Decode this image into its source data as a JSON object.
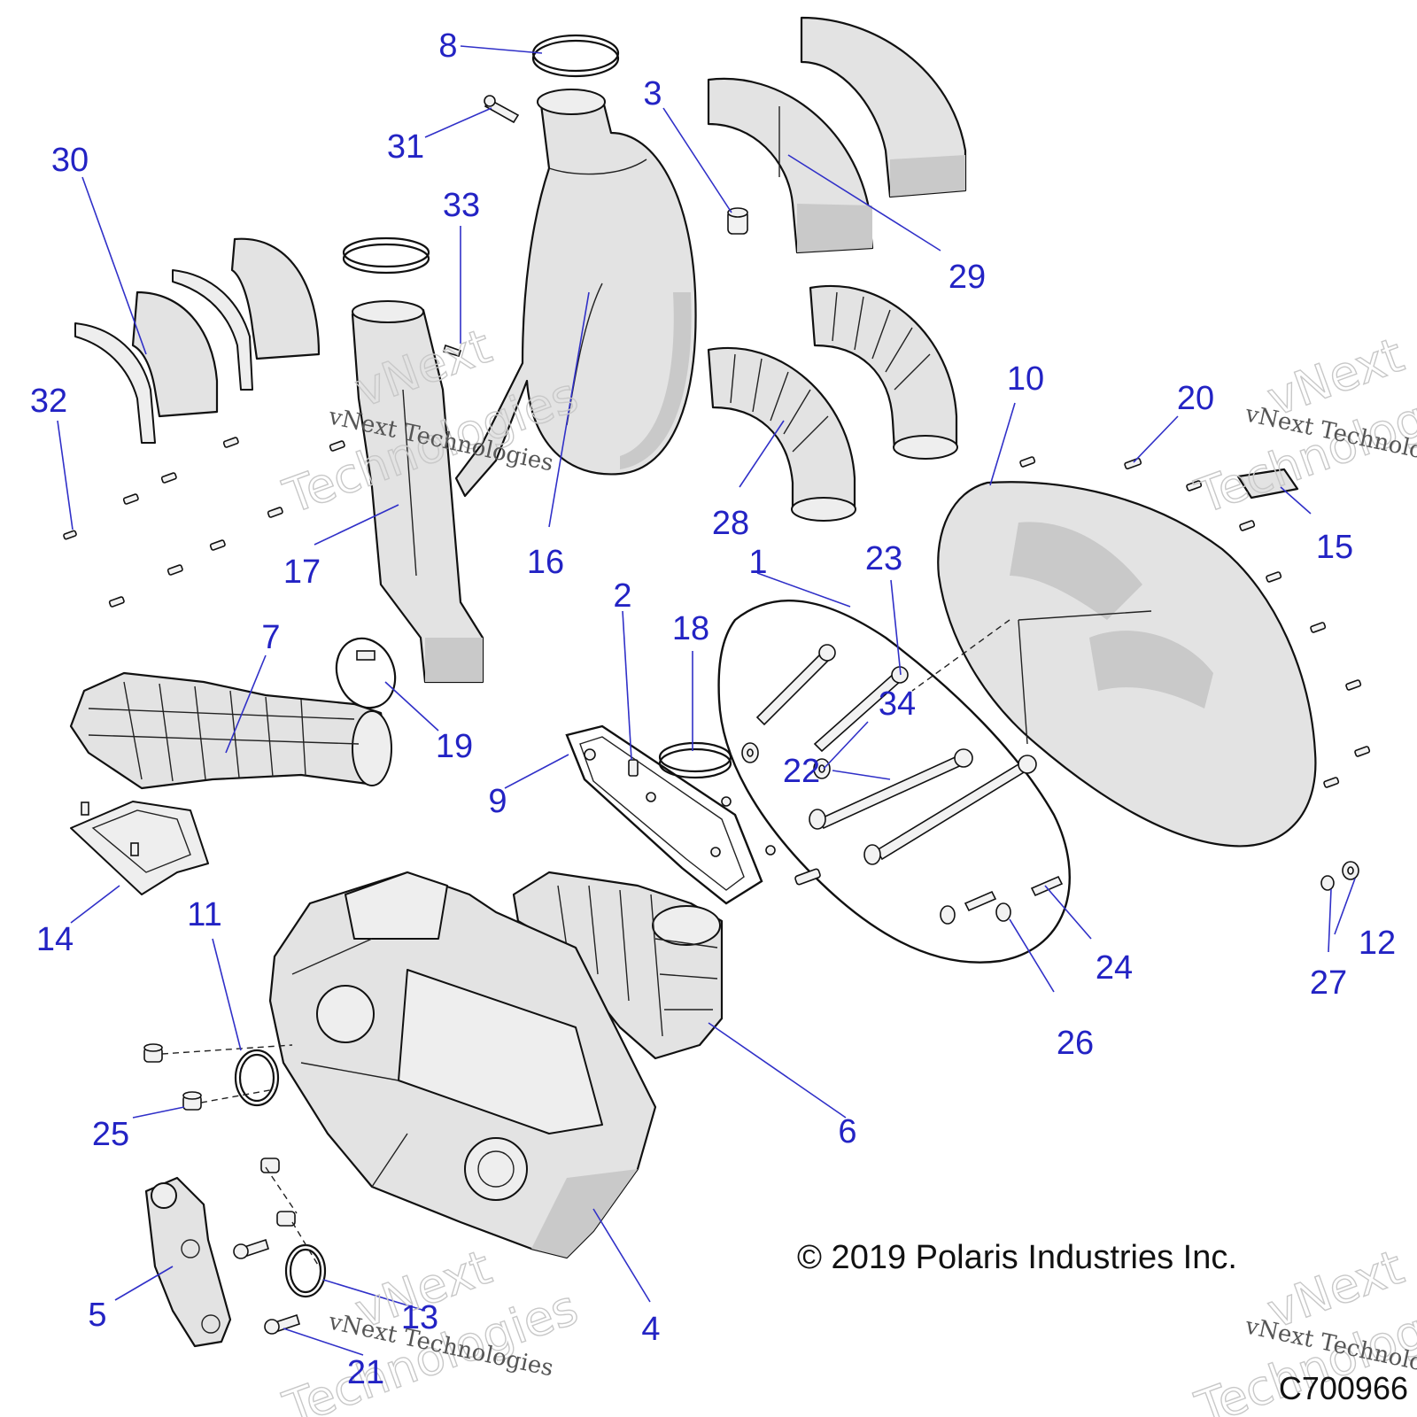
{
  "diagram": {
    "callouts": [
      "1",
      "2",
      "3",
      "4",
      "5",
      "6",
      "7",
      "8",
      "9",
      "10",
      "11",
      "12",
      "13",
      "14",
      "15",
      "16",
      "17",
      "18",
      "19",
      "20",
      "21",
      "22",
      "23",
      "24",
      "25",
      "26",
      "27",
      "28",
      "29",
      "30",
      "31",
      "32",
      "33",
      "34"
    ],
    "copyright": "© 2019 Polaris Industries Inc.",
    "figure_code": "C700966",
    "watermark": {
      "brand": "vNext",
      "word": "Technologies",
      "full": "vNext Technologies"
    }
  }
}
